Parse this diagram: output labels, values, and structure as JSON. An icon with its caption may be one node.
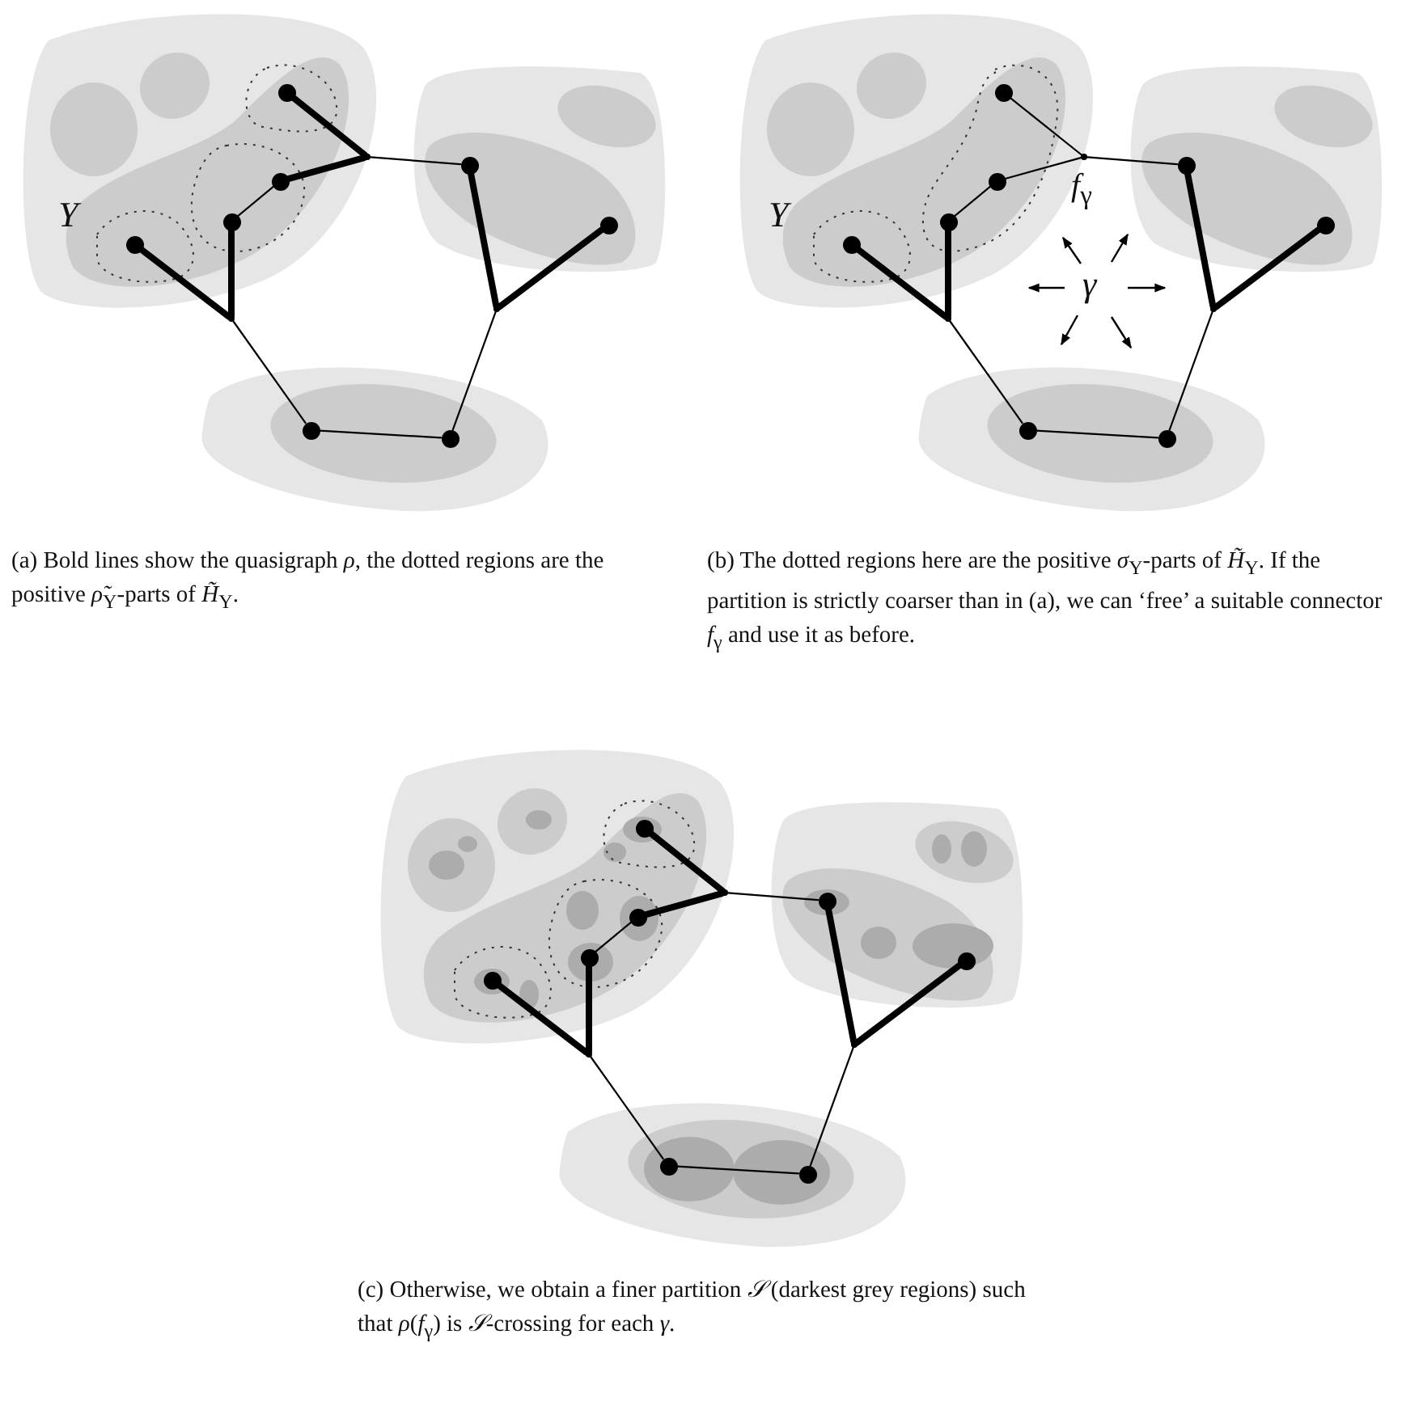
{
  "diagram": {
    "nodes": [
      {
        "text": [],
        "shape": "circle"
      },
      {
        "text": [],
        "shape": "circle"
      },
      {
        "text": [],
        "shape": "circle"
      },
      {
        "text": [],
        "shape": "circle"
      },
      {
        "text": [],
        "shape": "point"
      },
      {
        "text": [],
        "shape": "point"
      },
      {
        "text": [],
        "shape": "circle"
      },
      {
        "text": [],
        "shape": "circle"
      },
      {
        "text": [],
        "shape": "point"
      },
      {
        "text": [],
        "shape": "circle"
      },
      {
        "text": [],
        "shape": "circle"
      },
      {
        "text": [],
        "shape": "circle"
      },
      {
        "text": [],
        "shape": "circle"
      },
      {
        "text": [],
        "shape": "circle"
      },
      {
        "text": [],
        "shape": "circle"
      },
      {
        "text": [],
        "shape": "point"
      },
      {
        "text": [],
        "shape": "point"
      },
      {
        "text": [],
        "shape": "circle"
      },
      {
        "text": [],
        "shape": "circle"
      },
      {
        "text": [],
        "shape": "point"
      },
      {
        "text": [],
        "shape": "circle"
      },
      {
        "text": [],
        "shape": "circle"
      },
      {
        "text": [],
        "shape": "circle"
      },
      {
        "text": [],
        "shape": "circle"
      },
      {
        "text": [],
        "shape": "circle"
      },
      {
        "text": [],
        "shape": "circle"
      },
      {
        "text": [],
        "shape": "point"
      },
      {
        "text": [],
        "shape": "point"
      },
      {
        "text": [],
        "shape": "circle"
      },
      {
        "text": [],
        "shape": "circle"
      },
      {
        "text": [],
        "shape": "point"
      },
      {
        "text": [],
        "shape": "circle"
      },
      {
        "text": [],
        "shape": "circle"
      }
    ],
    "edges": [
      {
        "from": 0,
        "to": 4,
        "arrow": "none",
        "style": "thick"
      },
      {
        "from": 1,
        "to": 4,
        "arrow": "none",
        "style": "thick"
      },
      {
        "from": 4,
        "to": 6,
        "arrow": "none"
      },
      {
        "from": 2,
        "to": 1,
        "arrow": "none"
      },
      {
        "from": 2,
        "to": 5,
        "arrow": "none",
        "style": "thick"
      },
      {
        "from": 3,
        "to": 5,
        "arrow": "none",
        "style": "thick"
      },
      {
        "from": 5,
        "to": 9,
        "arrow": "none"
      },
      {
        "from": 9,
        "to": 10,
        "arrow": "none"
      },
      {
        "from": 10,
        "to": 8,
        "arrow": "none"
      },
      {
        "from": 8,
        "to": 6,
        "arrow": "none",
        "style": "thick"
      },
      {
        "from": 8,
        "to": 7,
        "arrow": "none",
        "style": "thick"
      },
      {
        "from": 11,
        "to": 15,
        "arrow": "none"
      },
      {
        "from": 12,
        "to": 15,
        "arrow": "none"
      },
      {
        "from": 15,
        "to": 17,
        "arrow": "none"
      },
      {
        "from": 13,
        "to": 12,
        "arrow": "none"
      },
      {
        "from": 13,
        "to": 16,
        "arrow": "none",
        "style": "thick"
      },
      {
        "from": 14,
        "to": 16,
        "arrow": "none",
        "style": "thick"
      },
      {
        "from": 16,
        "to": 20,
        "arrow": "none"
      },
      {
        "from": 20,
        "to": 21,
        "arrow": "none"
      },
      {
        "from": 21,
        "to": 19,
        "arrow": "none"
      },
      {
        "from": 19,
        "to": 17,
        "arrow": "none",
        "style": "thick"
      },
      {
        "from": 19,
        "to": 18,
        "arrow": "none",
        "style": "thick"
      },
      {
        "from": 22,
        "to": 26,
        "arrow": "none",
        "style": "thick"
      },
      {
        "from": 23,
        "to": 26,
        "arrow": "none",
        "style": "thick"
      },
      {
        "from": 26,
        "to": 28,
        "arrow": "none"
      },
      {
        "from": 24,
        "to": 23,
        "arrow": "none"
      },
      {
        "from": 24,
        "to": 27,
        "arrow": "none",
        "style": "thick"
      },
      {
        "from": 25,
        "to": 27,
        "arrow": "none",
        "style": "thick"
      },
      {
        "from": 27,
        "to": 31,
        "arrow": "none"
      },
      {
        "from": 31,
        "to": 32,
        "arrow": "none"
      },
      {
        "from": 32,
        "to": 30,
        "arrow": "none"
      },
      {
        "from": 30,
        "to": 28,
        "arrow": "none",
        "style": "thick"
      },
      {
        "from": 30,
        "to": 29,
        "arrow": "none",
        "style": "thick"
      }
    ],
    "labels": [
      "Y",
      "Y",
      "*f*$_{γ}$",
      "γ",
      "(a) Bold lines show the quasigraph *ρ*, the dotted regions are the positive *ρ̃*$_{Y}$-parts of *H̃*$_{Y}$.",
      "(b) The dotted regions here are the positive *σ*$_{Y}$-parts of *H̃*$_{Y}$. If the partition is strictly coarser than in (a), we can ‘free’ a suitable connector *f*$_{γ}$ and use it as before.",
      "(c) Otherwise, we obtain a finer partition *𝒮* (darkest grey regions) such that *ρ*(*f*$_{γ}$) is *𝒮*-crossing for each *γ*."
    ]
  }
}
